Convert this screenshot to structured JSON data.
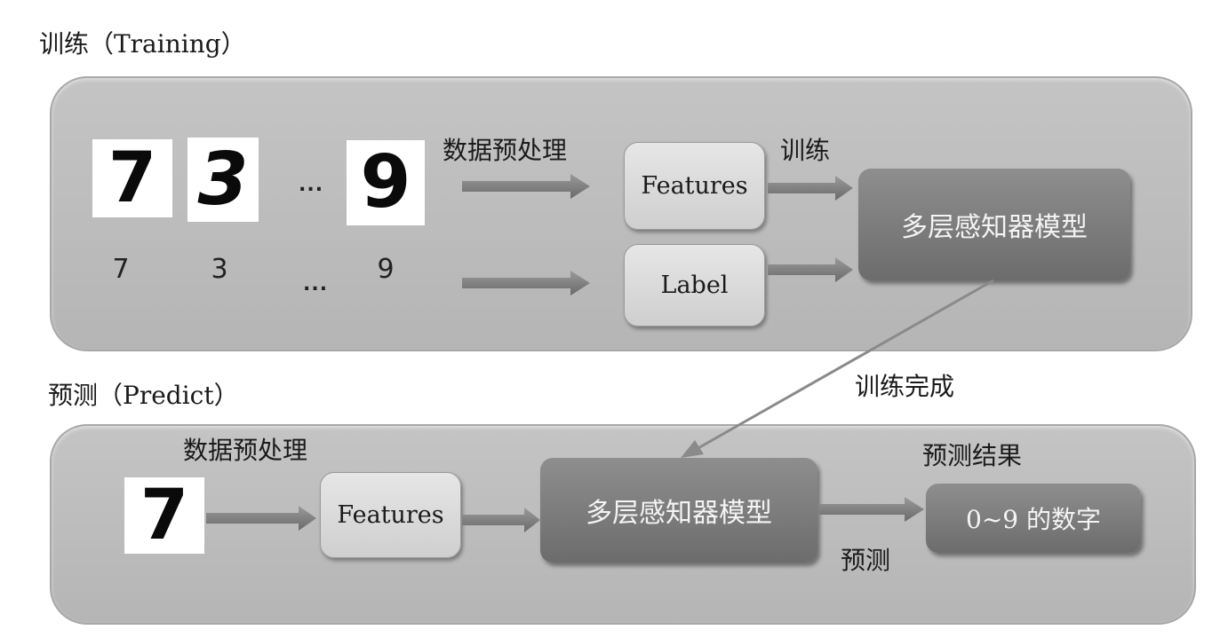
{
  "training": {
    "title": "训练（Training）",
    "digits": [
      {
        "image": "7",
        "label": "7"
      },
      {
        "image": "3",
        "label": "3"
      },
      {
        "image": "9",
        "label": "9"
      }
    ],
    "ellipsis_images": "...",
    "ellipsis_labels": "...",
    "preprocess_label": "数据预处理",
    "train_label": "训练",
    "features_box": "Features",
    "label_box": "Label",
    "model_box": "多层感知器模型"
  },
  "transition": {
    "label": "训练完成"
  },
  "prediction": {
    "title": "预测（Predict）",
    "digit_image": "7",
    "preprocess_label": "数据预处理",
    "features_box": "Features",
    "model_box": "多层感知器模型",
    "predict_label": "预测",
    "result_title": "预测结果",
    "result_box": "0~9 的数字"
  },
  "colors": {
    "panel": "#bdbdbd",
    "arrow": "#7d7d7d",
    "box_light": "#dcdcdc",
    "box_dark": "#7c7c7c"
  }
}
